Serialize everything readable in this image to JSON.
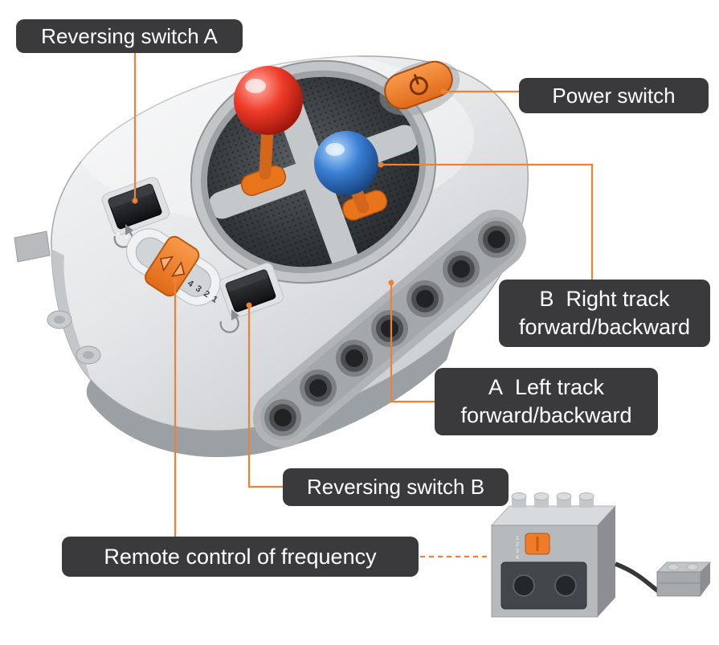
{
  "colors": {
    "background": "#ffffff",
    "label_bg": "#3a3a3c",
    "label_text": "#ffffff",
    "leader_line": "#ee8134",
    "accent_orange": "#ee7c28",
    "red_knob": "#e03325",
    "blue_knob": "#2f6fc0",
    "body_gray": "#dfe2e5"
  },
  "annotations": {
    "reversing_switch_a": "Reversing switch A",
    "power_switch": "Power switch",
    "right_track_line1": "B  Right track",
    "right_track_line2": "forward/backward",
    "left_track_line1": "A  Left track",
    "left_track_line2": "forward/backward",
    "reversing_switch_b": "Reversing switch B",
    "frequency": "Remote control of frequency"
  },
  "remote": {
    "channel_digits": [
      "4",
      "3",
      "2",
      "1"
    ]
  },
  "receiver": {
    "channel_digits": [
      "1",
      "2",
      "3",
      "4"
    ]
  }
}
